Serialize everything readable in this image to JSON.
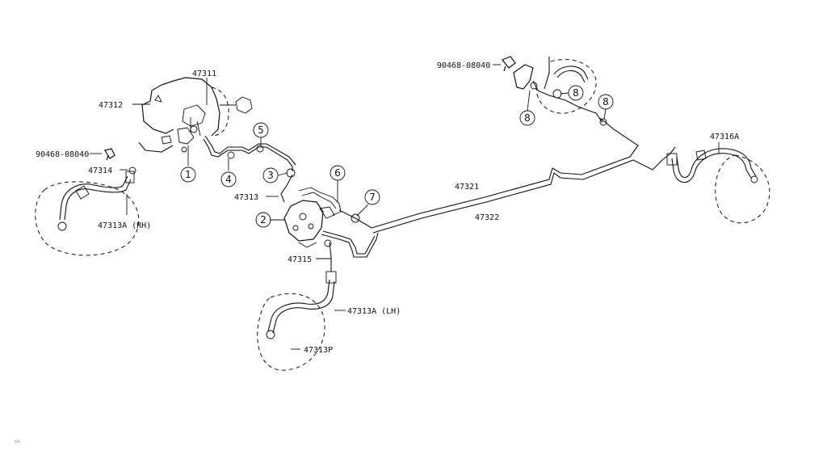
{
  "labels": {
    "p47311": "47311",
    "p47312": "47312",
    "p90468_left": "90468-08040",
    "p47314": "47314",
    "p47313a_rh": "47313A (RH)",
    "p47313": "47313",
    "p47315": "47315",
    "p47313a_lh": "47313A (LH)",
    "p47313p": "47313P",
    "p47321": "47321",
    "p47322": "47322",
    "p90468_right": "90468-08040",
    "p47316a": "47316A"
  },
  "callouts": {
    "c1": "1",
    "c2": "2",
    "c3": "3",
    "c4": "4",
    "c5": "5",
    "c6": "6",
    "c7": "7",
    "c8a": "8",
    "c8b": "8",
    "c8c": "8"
  },
  "watermark": "wk"
}
